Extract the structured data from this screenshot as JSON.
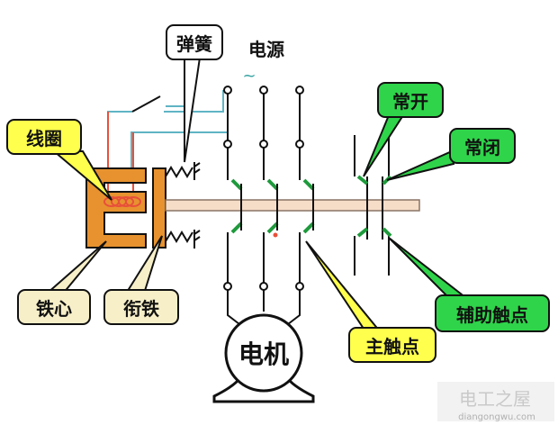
{
  "labels": {
    "spring": "弹簧",
    "power": "电源",
    "power_symbol": "~",
    "coil": "线圈",
    "normally_open": "常开",
    "normally_closed": "常闭",
    "iron_core": "铁心",
    "armature": "衔铁",
    "aux_contact": "辅助触点",
    "main_contact": "主触点",
    "motor": "电机"
  },
  "watermark": {
    "title": "电工之屋",
    "url": "diangongwu.com"
  },
  "colors": {
    "wire": "#000000",
    "coil_wire": "#e8503a",
    "cable_blue": "#5fb4c4",
    "iron_core": "#e7922f",
    "push_rod": "#f6ddc8",
    "contact_green": "#1e9a3c",
    "label_yellow": "#ffff4d",
    "label_green": "#2fd44a",
    "label_beige": "#f7efc8",
    "power_text_teal": "#35a2a2"
  }
}
